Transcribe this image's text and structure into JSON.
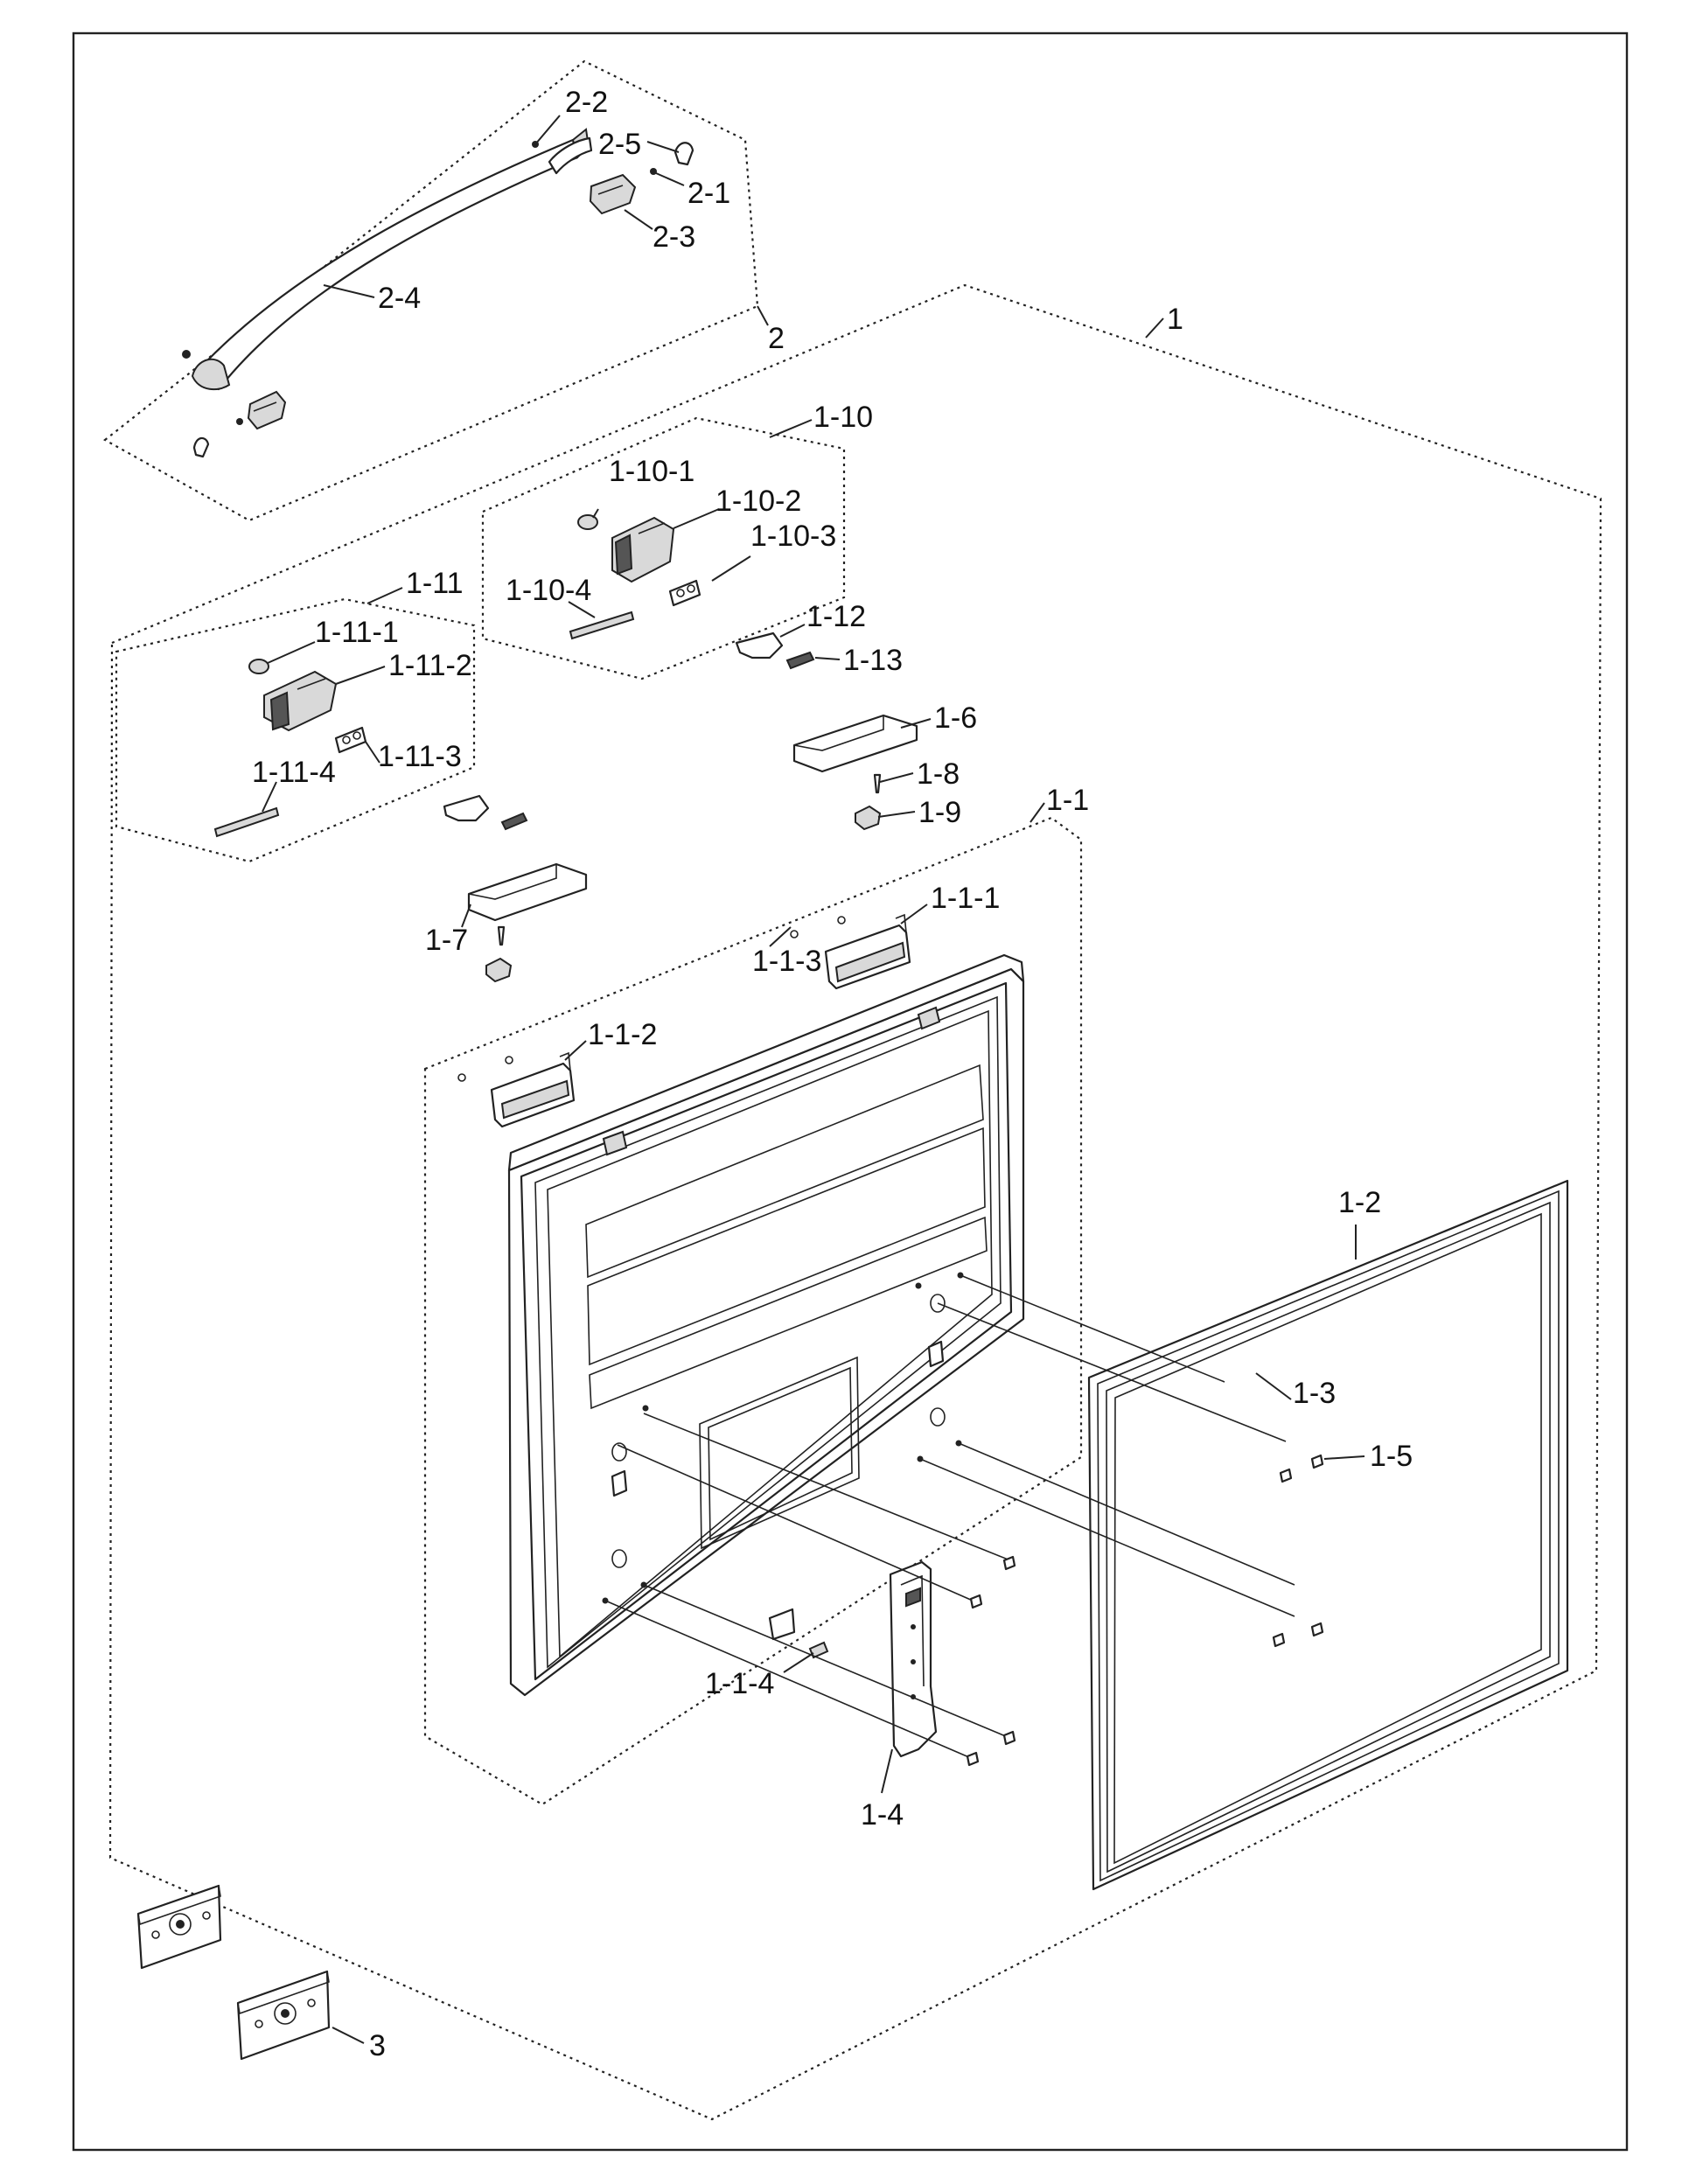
{
  "callouts": {
    "c1": "1",
    "c2": "2",
    "c3": "3",
    "c2_1": "2-1",
    "c2_2": "2-2",
    "c2_3": "2-3",
    "c2_4": "2-4",
    "c2_5": "2-5",
    "c1_1": "1-1",
    "c1_2": "1-2",
    "c1_3": "1-3",
    "c1_4": "1-4",
    "c1_5": "1-5",
    "c1_6": "1-6",
    "c1_7": "1-7",
    "c1_8": "1-8",
    "c1_9": "1-9",
    "c1_10": "1-10",
    "c1_11": "1-11",
    "c1_12": "1-12",
    "c1_13": "1-13",
    "c1_1_1": "1-1-1",
    "c1_1_2": "1-1-2",
    "c1_1_3": "1-1-3",
    "c1_1_4": "1-1-4",
    "c1_10_1": "1-10-1",
    "c1_10_2": "1-10-2",
    "c1_10_3": "1-10-3",
    "c1_10_4": "1-10-4",
    "c1_11_1": "1-11-1",
    "c1_11_2": "1-11-2",
    "c1_11_3": "1-11-3",
    "c1_11_4": "1-11-4"
  }
}
